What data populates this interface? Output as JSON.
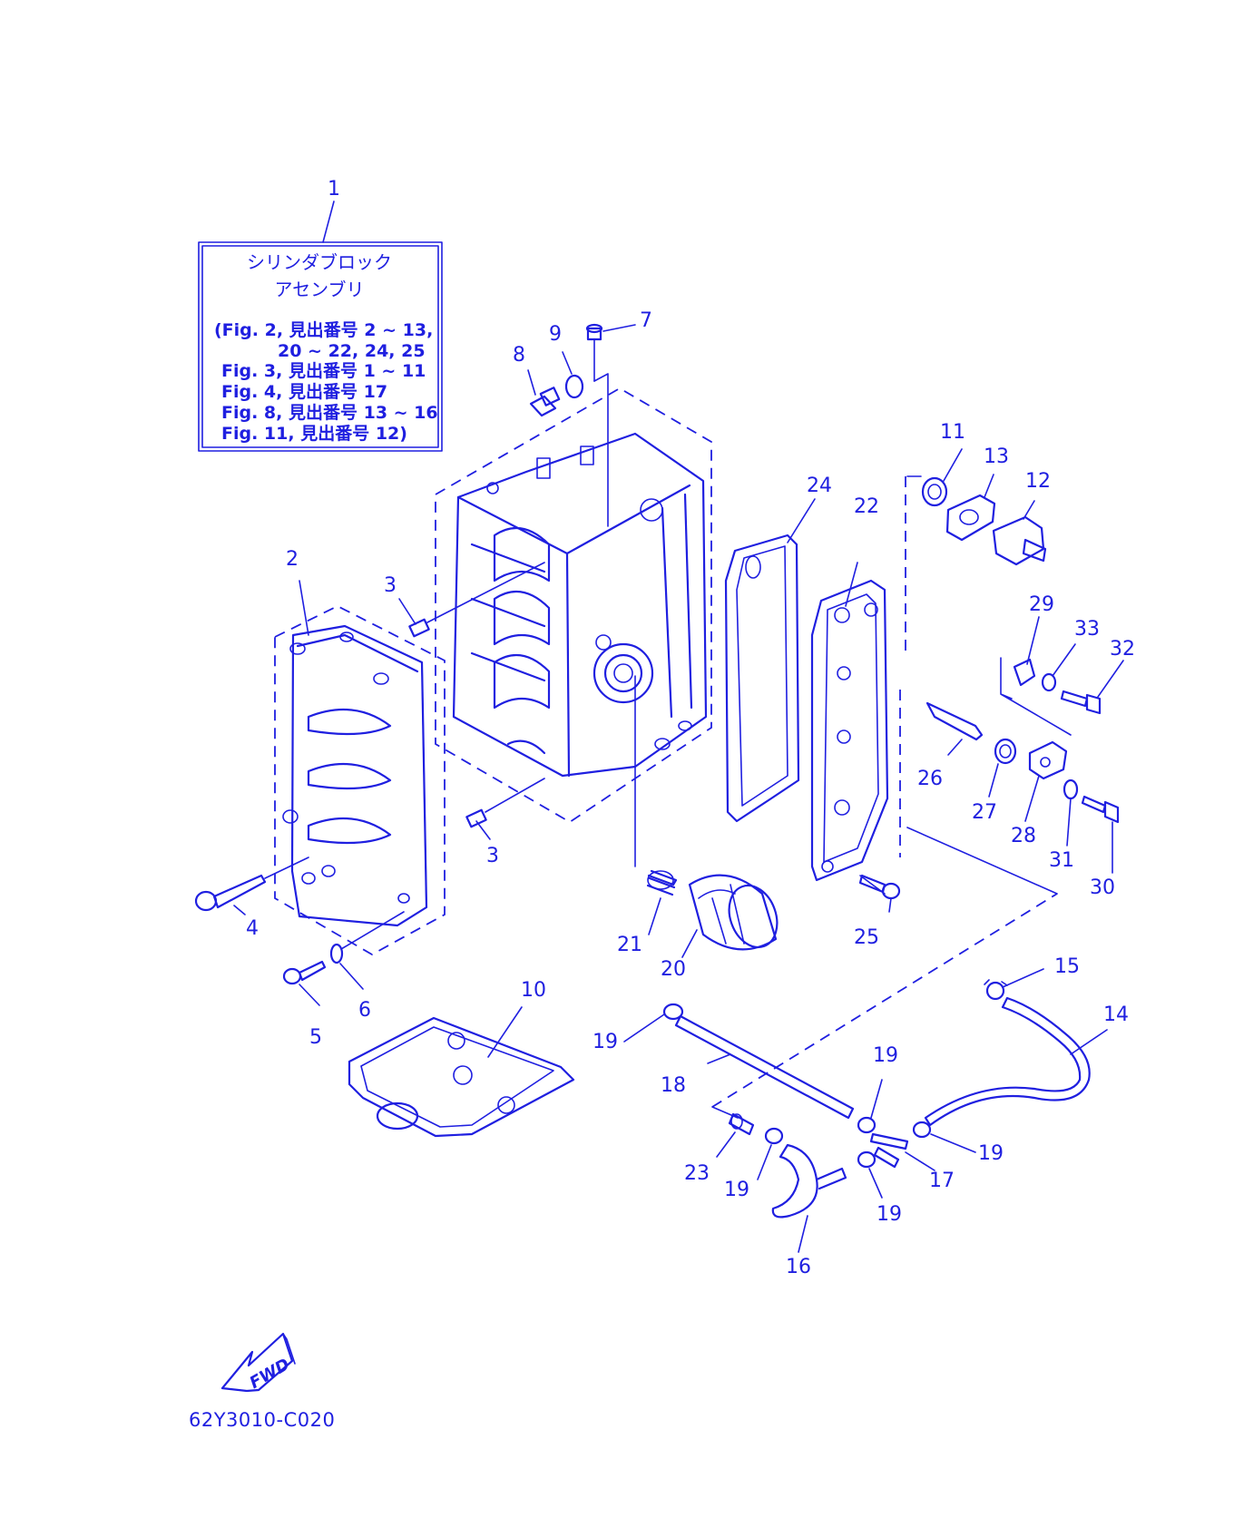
{
  "assembly_box": {
    "title_line1": "シリンダブロック",
    "title_line2": "アセンブリ",
    "refs": [
      "(Fig. 2, 見出番号 2 ~ 13,",
      "20 ~ 22, 24, 25",
      "Fig. 3, 見出番号 1 ~ 11",
      "Fig. 4, 見出番号 17",
      "Fig. 8, 見出番号 13 ~ 16",
      "Fig. 11, 見出番号 12)"
    ]
  },
  "callouts": [
    {
      "id": "c1",
      "label": "1"
    },
    {
      "id": "c2",
      "label": "2"
    },
    {
      "id": "c3a",
      "label": "3"
    },
    {
      "id": "c3b",
      "label": "3"
    },
    {
      "id": "c4",
      "label": "4"
    },
    {
      "id": "c5",
      "label": "5"
    },
    {
      "id": "c6",
      "label": "6"
    },
    {
      "id": "c7",
      "label": "7"
    },
    {
      "id": "c8",
      "label": "8"
    },
    {
      "id": "c9",
      "label": "9"
    },
    {
      "id": "c10",
      "label": "10"
    },
    {
      "id": "c11",
      "label": "11"
    },
    {
      "id": "c12",
      "label": "12"
    },
    {
      "id": "c13",
      "label": "13"
    },
    {
      "id": "c14",
      "label": "14"
    },
    {
      "id": "c15",
      "label": "15"
    },
    {
      "id": "c16",
      "label": "16"
    },
    {
      "id": "c17",
      "label": "17"
    },
    {
      "id": "c18",
      "label": "18"
    },
    {
      "id": "c19a",
      "label": "19"
    },
    {
      "id": "c19b",
      "label": "19"
    },
    {
      "id": "c19c",
      "label": "19"
    },
    {
      "id": "c19d",
      "label": "19"
    },
    {
      "id": "c19e",
      "label": "19"
    },
    {
      "id": "c20",
      "label": "20"
    },
    {
      "id": "c21",
      "label": "21"
    },
    {
      "id": "c22",
      "label": "22"
    },
    {
      "id": "c23",
      "label": "23"
    },
    {
      "id": "c24",
      "label": "24"
    },
    {
      "id": "c25",
      "label": "25"
    },
    {
      "id": "c26",
      "label": "26"
    },
    {
      "id": "c27",
      "label": "27"
    },
    {
      "id": "c28",
      "label": "28"
    },
    {
      "id": "c29",
      "label": "29"
    },
    {
      "id": "c30",
      "label": "30"
    },
    {
      "id": "c31",
      "label": "31"
    },
    {
      "id": "c32",
      "label": "32"
    },
    {
      "id": "c33",
      "label": "33"
    }
  ],
  "fwd_label": "FWD",
  "diagram_code": "62Y3010-C020",
  "colors": {
    "ink": "#1f1fe0",
    "background": "#ffffff"
  }
}
